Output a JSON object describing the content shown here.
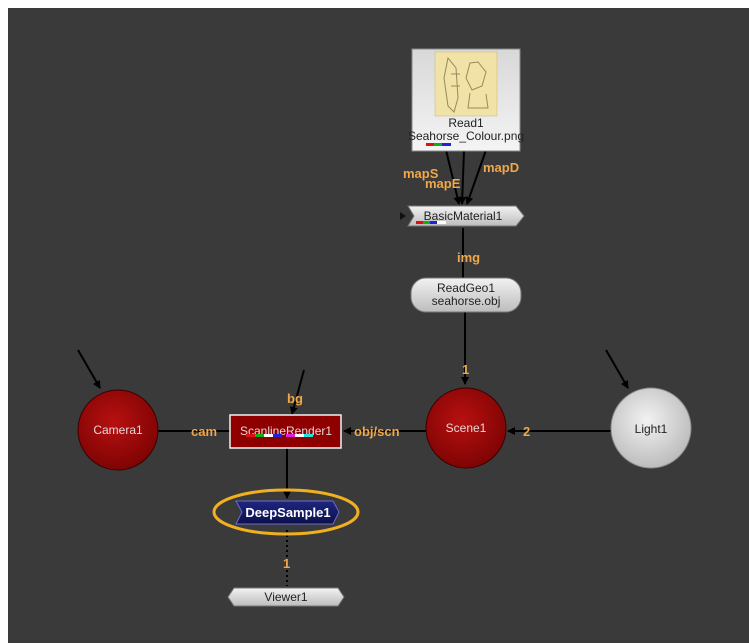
{
  "colors": {
    "background": "#3a3a3a",
    "edge": "#000000",
    "edge_label": "#f0a84a",
    "red_node": "#a50a0a",
    "light_node": "#dcdcdc",
    "deep_node": "#151a5e",
    "selection_ring": "#f0b020"
  },
  "nodes": {
    "read": {
      "name": "Read1",
      "file": "Seahorse_Colour.png"
    },
    "material": {
      "name": "BasicMaterial1"
    },
    "readgeo": {
      "name": "ReadGeo1",
      "file": "seahorse.obj"
    },
    "camera": {
      "name": "Camera1"
    },
    "scanline": {
      "name": "ScanlineRender1"
    },
    "scene": {
      "name": "Scene1"
    },
    "light": {
      "name": "Light1"
    },
    "deepsample": {
      "name": "DeepSample1",
      "selected": true
    },
    "viewer": {
      "name": "Viewer1"
    }
  },
  "edge_labels": {
    "mapS": "mapS",
    "mapE": "mapE",
    "mapD": "mapD",
    "img": "img",
    "scene_in1": "1",
    "bg": "bg",
    "cam": "cam",
    "obj_scn": "obj/scn",
    "scene_in2": "2",
    "viewer_in1": "1"
  }
}
